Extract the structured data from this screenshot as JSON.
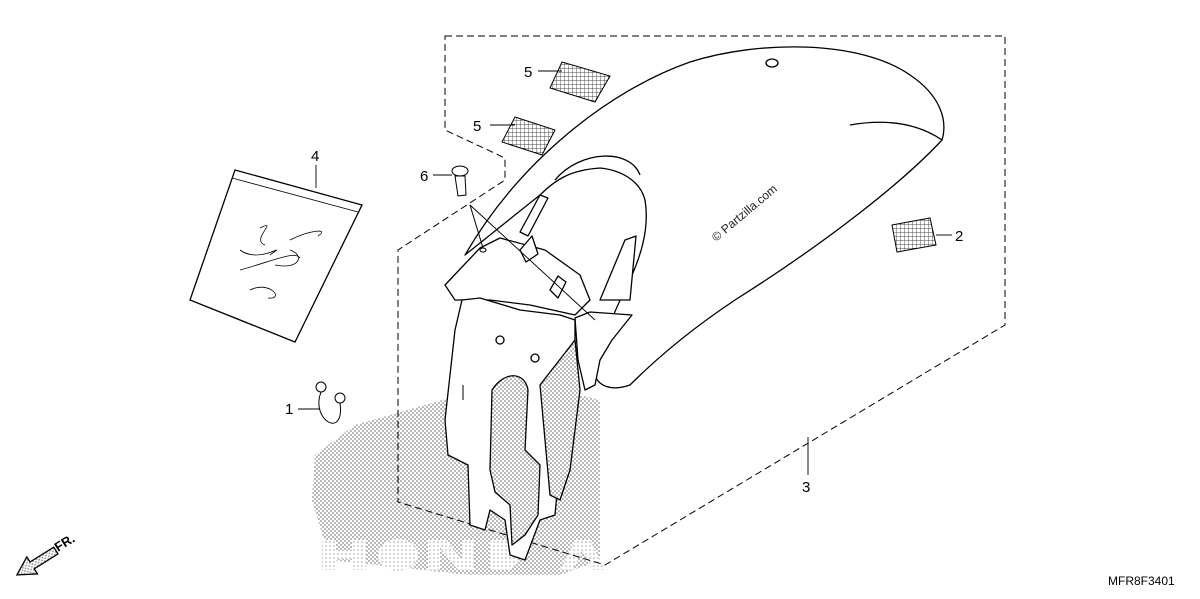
{
  "callouts": {
    "c1": "1",
    "c2": "2",
    "c3": "3",
    "c4": "4",
    "c5a": "5",
    "c5b": "5",
    "c6": "6"
  },
  "watermark": "© Partzilla.com",
  "direction_label": "FR.",
  "diagram_code": "MFR8F3401",
  "logo_text": "HONDA",
  "icons": [
    "front-direction-arrow-icon",
    "honda-logo-watermark"
  ]
}
